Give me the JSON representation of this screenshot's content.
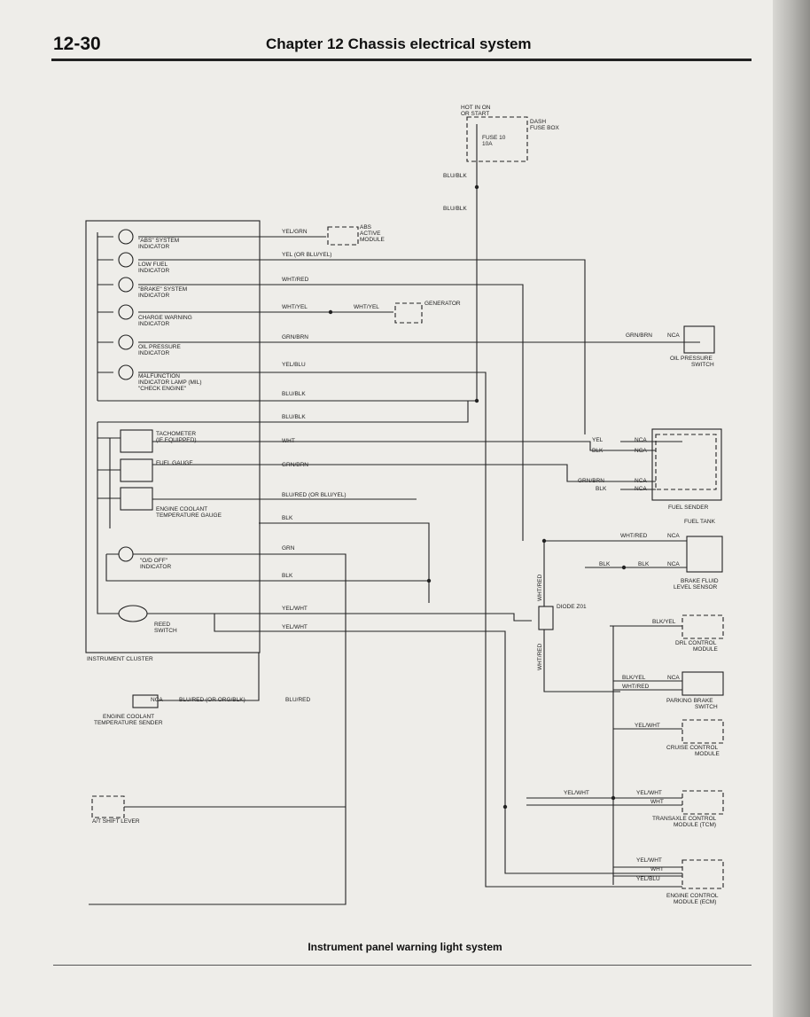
{
  "header": {
    "page_number": "12-30",
    "chapter_title": "Chapter 12  Chassis electrical system"
  },
  "caption": "Instrument panel warning light system",
  "power": {
    "hot_label_1": "HOT IN ON",
    "hot_label_2": "OR START",
    "dash_fuse_box_1": "DASH",
    "dash_fuse_box_2": "FUSE BOX",
    "fuse_1": "FUSE 10",
    "fuse_2": "10A",
    "wire_top": "BLU/BLK",
    "wire_mid": "BLU/BLK"
  },
  "cluster": {
    "label": "INSTRUMENT CLUSTER",
    "indicators": [
      {
        "line1": "\"ABS\" SYSTEM",
        "line2": "INDICATOR"
      },
      {
        "line1": "LOW FUEL",
        "line2": "INDICATOR"
      },
      {
        "line1": "\"BRAKE\" SYSTEM",
        "line2": "INDICATOR"
      },
      {
        "line1": "CHARGE WARNING",
        "line2": "INDICATOR"
      },
      {
        "line1": "OIL PRESSURE",
        "line2": "INDICATOR"
      },
      {
        "line1": "MALFUNCTION",
        "line2": "INDICATOR LAMP (MIL)",
        "line3": "\"CHECK ENGINE\""
      }
    ],
    "tachometer_1": "TACHOMETER",
    "tachometer_2": "(IF EQUIPPED)",
    "fuel_gauge": "FUEL GAUGE",
    "ect_gauge_1": "ENGINE COOLANT",
    "ect_gauge_2": "TEMPERATURE GAUGE",
    "od_off_1": "\"O/D OFF\"",
    "od_off_2": "INDICATOR",
    "reed_1": "REED",
    "reed_2": "SWITCH"
  },
  "wires": [
    "YEL/GRN",
    "YEL (OR BLU/YEL)",
    "WHT/RED",
    "WHT/YEL",
    "GRN/BRN",
    "YEL/BLU",
    "BLU/BLK",
    "BLU/BLK",
    "WHT",
    "GRN/BRN",
    "BLU/RED (OR BLU/YEL)",
    "BLK",
    "GRN",
    "BLK",
    "YEL/WHT",
    "YEL/WHT"
  ],
  "modules": {
    "abs_1": "ABS",
    "abs_2": "ACTIVE",
    "abs_3": "MODULE",
    "generator": "GENERATOR",
    "wht_yel_2": "WHT/YEL",
    "oil_wire": "GRN/BRN",
    "oil_nca": "NCA",
    "oil_1": "OIL PRESSURE",
    "oil_2": "SWITCH",
    "fs_yel": "YEL",
    "fs_blk": "BLK",
    "fs_grnbrn": "GRN/BRN",
    "fs_blk2": "BLK",
    "fs_nca1": "NCA",
    "fs_nca2": "NCA",
    "fs_nca3": "NCA",
    "fs_nca4": "NCA",
    "fuel_sender": "FUEL SENDER",
    "fuel_tank": "FUEL TANK",
    "bf_wire1": "WHT/RED",
    "bf_nca1": "NCA",
    "bf_blk1": "BLK",
    "bf_blk2": "BLK",
    "bf_nca2": "NCA",
    "bf_1": "BRAKE FLUID",
    "bf_2": "LEVEL SENSOR",
    "vert_wht_red_1": "WHT/RED",
    "vert_wht_red_2": "WHT/RED",
    "diode": "DIODE Z01",
    "drl_wire": "BLK/YEL",
    "drl_1": "DRL CONTROL",
    "drl_2": "MODULE",
    "pb_wire1": "BLK/YEL",
    "pb_wire2": "WHT/RED",
    "pb_nca": "NCA",
    "pb_1": "PARKING BRAKE",
    "pb_2": "SWITCH",
    "cc_wire": "YEL/WHT",
    "cc_1": "CRUISE CONTROL",
    "cc_2": "MODULE",
    "tcm_wire_in": "YEL/WHT",
    "tcm_wire1": "YEL/WHT",
    "tcm_wire2": "WHT",
    "tcm_1": "TRANSAXLE CONTROL",
    "tcm_2": "MODULE (TCM)",
    "ecm_wire1": "YEL/WHT",
    "ecm_wire2": "WHT",
    "ecm_wire3": "YEL/BLU",
    "ecm_1": "ENGINE CONTROL",
    "ecm_2": "MODULE (ECM)",
    "ects_nca": "NCA",
    "ects_wire1": "BLU/RED (OR ORG/BLK)",
    "ects_wire2": "BLU/RED",
    "ects_1": "ENGINE COOLANT",
    "ects_2": "TEMPERATURE SENDER",
    "at_shift": "A/T SHIFT LEVER"
  }
}
